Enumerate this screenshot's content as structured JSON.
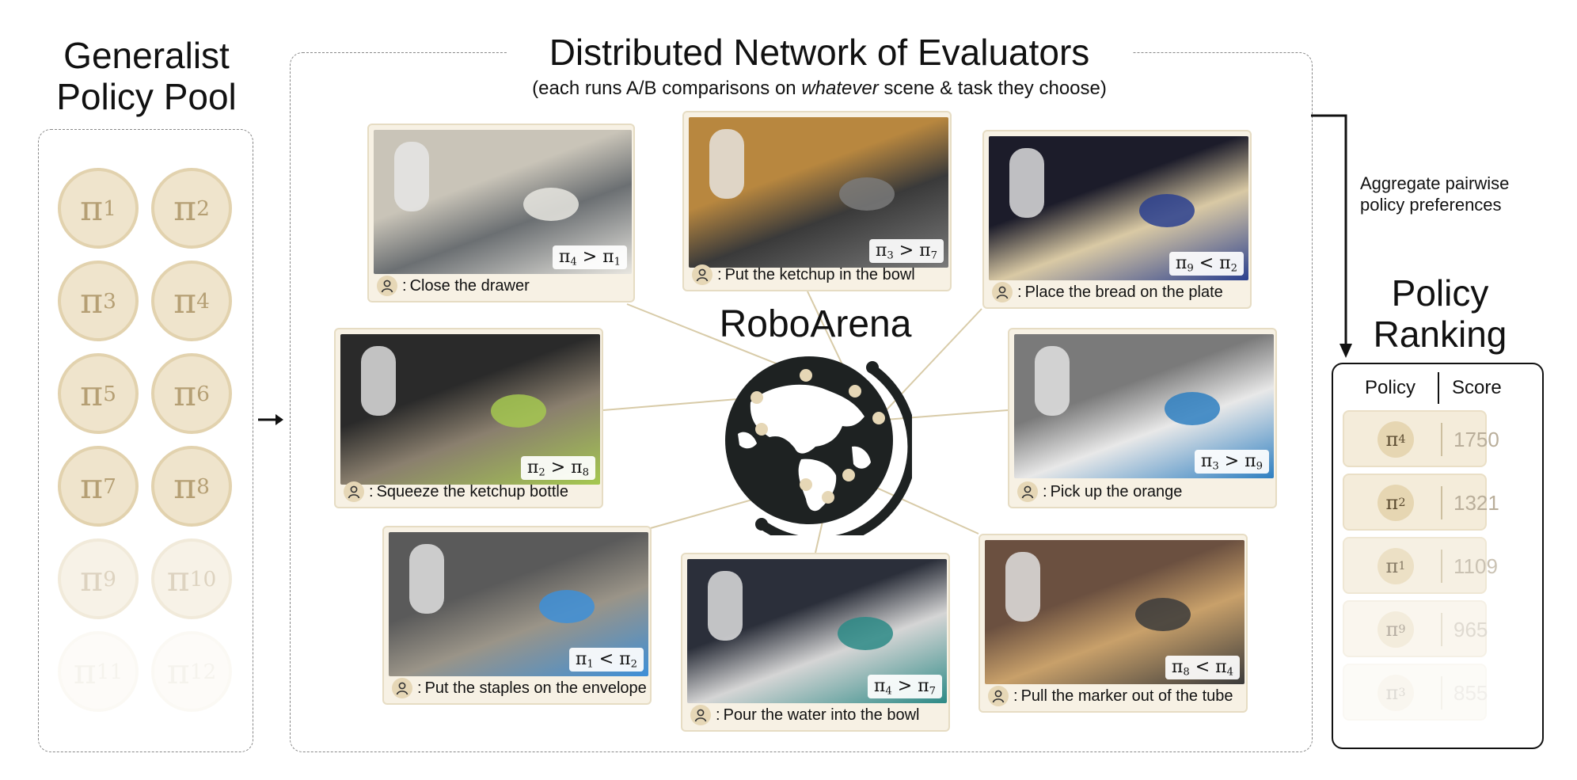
{
  "left": {
    "title_line1": "Generalist",
    "title_line2": "Policy Pool"
  },
  "pool": [
    {
      "sym": "π",
      "sub": "1",
      "opacity": 1
    },
    {
      "sym": "π",
      "sub": "2",
      "opacity": 1
    },
    {
      "sym": "π",
      "sub": "3",
      "opacity": 1
    },
    {
      "sym": "π",
      "sub": "4",
      "opacity": 1
    },
    {
      "sym": "π",
      "sub": "5",
      "opacity": 1
    },
    {
      "sym": "π",
      "sub": "6",
      "opacity": 1
    },
    {
      "sym": "π",
      "sub": "7",
      "opacity": 1
    },
    {
      "sym": "π",
      "sub": "8",
      "opacity": 1
    },
    {
      "sym": "π",
      "sub": "9",
      "opacity": 0.45
    },
    {
      "sym": "π",
      "sub": "10",
      "opacity": 0.45
    },
    {
      "sym": "π",
      "sub": "11",
      "opacity": 0.12
    },
    {
      "sym": "π",
      "sub": "12",
      "opacity": 0.12
    }
  ],
  "center": {
    "title": "Distributed Network of Evaluators",
    "subtitle_pre": "(each runs A/B comparisons on ",
    "subtitle_em": "whatever",
    "subtitle_post": " scene & task they choose)",
    "brand": "RoboArena"
  },
  "cards": [
    {
      "task": "Close the drawer",
      "a": "4",
      "op": ">",
      "b": "1",
      "scene": [
        "#c9c4b8",
        "#6b6f72",
        "#e8e6e0"
      ]
    },
    {
      "task": "Put the ketchup in the bowl",
      "a": "3",
      "op": ">",
      "b": "7",
      "scene": [
        "#b8873f",
        "#3a3a3a",
        "#7a7a7a"
      ]
    },
    {
      "task": "Place the bread on the plate",
      "a": "9",
      "op": "<",
      "b": "2",
      "scene": [
        "#1c1c2a",
        "#d9c9a4",
        "#2a3f8f"
      ]
    },
    {
      "task": "Squeeze the ketchup bottle",
      "a": "2",
      "op": ">",
      "b": "8",
      "scene": [
        "#2a2a2a",
        "#8a7f6e",
        "#a5c850"
      ]
    },
    {
      "task": "Pick up the orange",
      "a": "3",
      "op": ">",
      "b": "9",
      "scene": [
        "#7a7a7a",
        "#e8e8e8",
        "#2e7fc1"
      ]
    },
    {
      "task": "Put the staples on the envelope",
      "a": "1",
      "op": "<",
      "b": "2",
      "scene": [
        "#5a5a5a",
        "#9a9488",
        "#3d8fd8"
      ]
    },
    {
      "task": "Pour the water into the bowl",
      "a": "4",
      "op": ">",
      "b": "7",
      "scene": [
        "#2b2f3a",
        "#d5d5d5",
        "#2c8a86"
      ]
    },
    {
      "task": "Pull the marker out of the tube",
      "a": "8",
      "op": "<",
      "b": "4",
      "scene": [
        "#6b5040",
        "#c8a06a",
        "#3b3b3b"
      ]
    }
  ],
  "aggregate": {
    "line1": "Aggregate pairwise",
    "line2": "policy preferences"
  },
  "ranking": {
    "title_line1": "Policy",
    "title_line2": "Ranking",
    "col_policy": "Policy",
    "col_score": "Score",
    "rows": [
      {
        "sub": "4",
        "score": "1750",
        "opacity": 1
      },
      {
        "sub": "2",
        "score": "1321",
        "opacity": 1
      },
      {
        "sub": "1",
        "score": "1109",
        "opacity": 0.75
      },
      {
        "sub": "9",
        "score": "965",
        "opacity": 0.45
      },
      {
        "sub": "3",
        "score": "855",
        "opacity": 0.2
      }
    ]
  },
  "colors": {
    "accent": "#e6d7b6",
    "card_bg": "#f7f1e4",
    "globe": "#1e2222"
  },
  "icons": {
    "person": "person-icon",
    "globe": "globe-icon",
    "arrow": "arrow-right-icon"
  }
}
